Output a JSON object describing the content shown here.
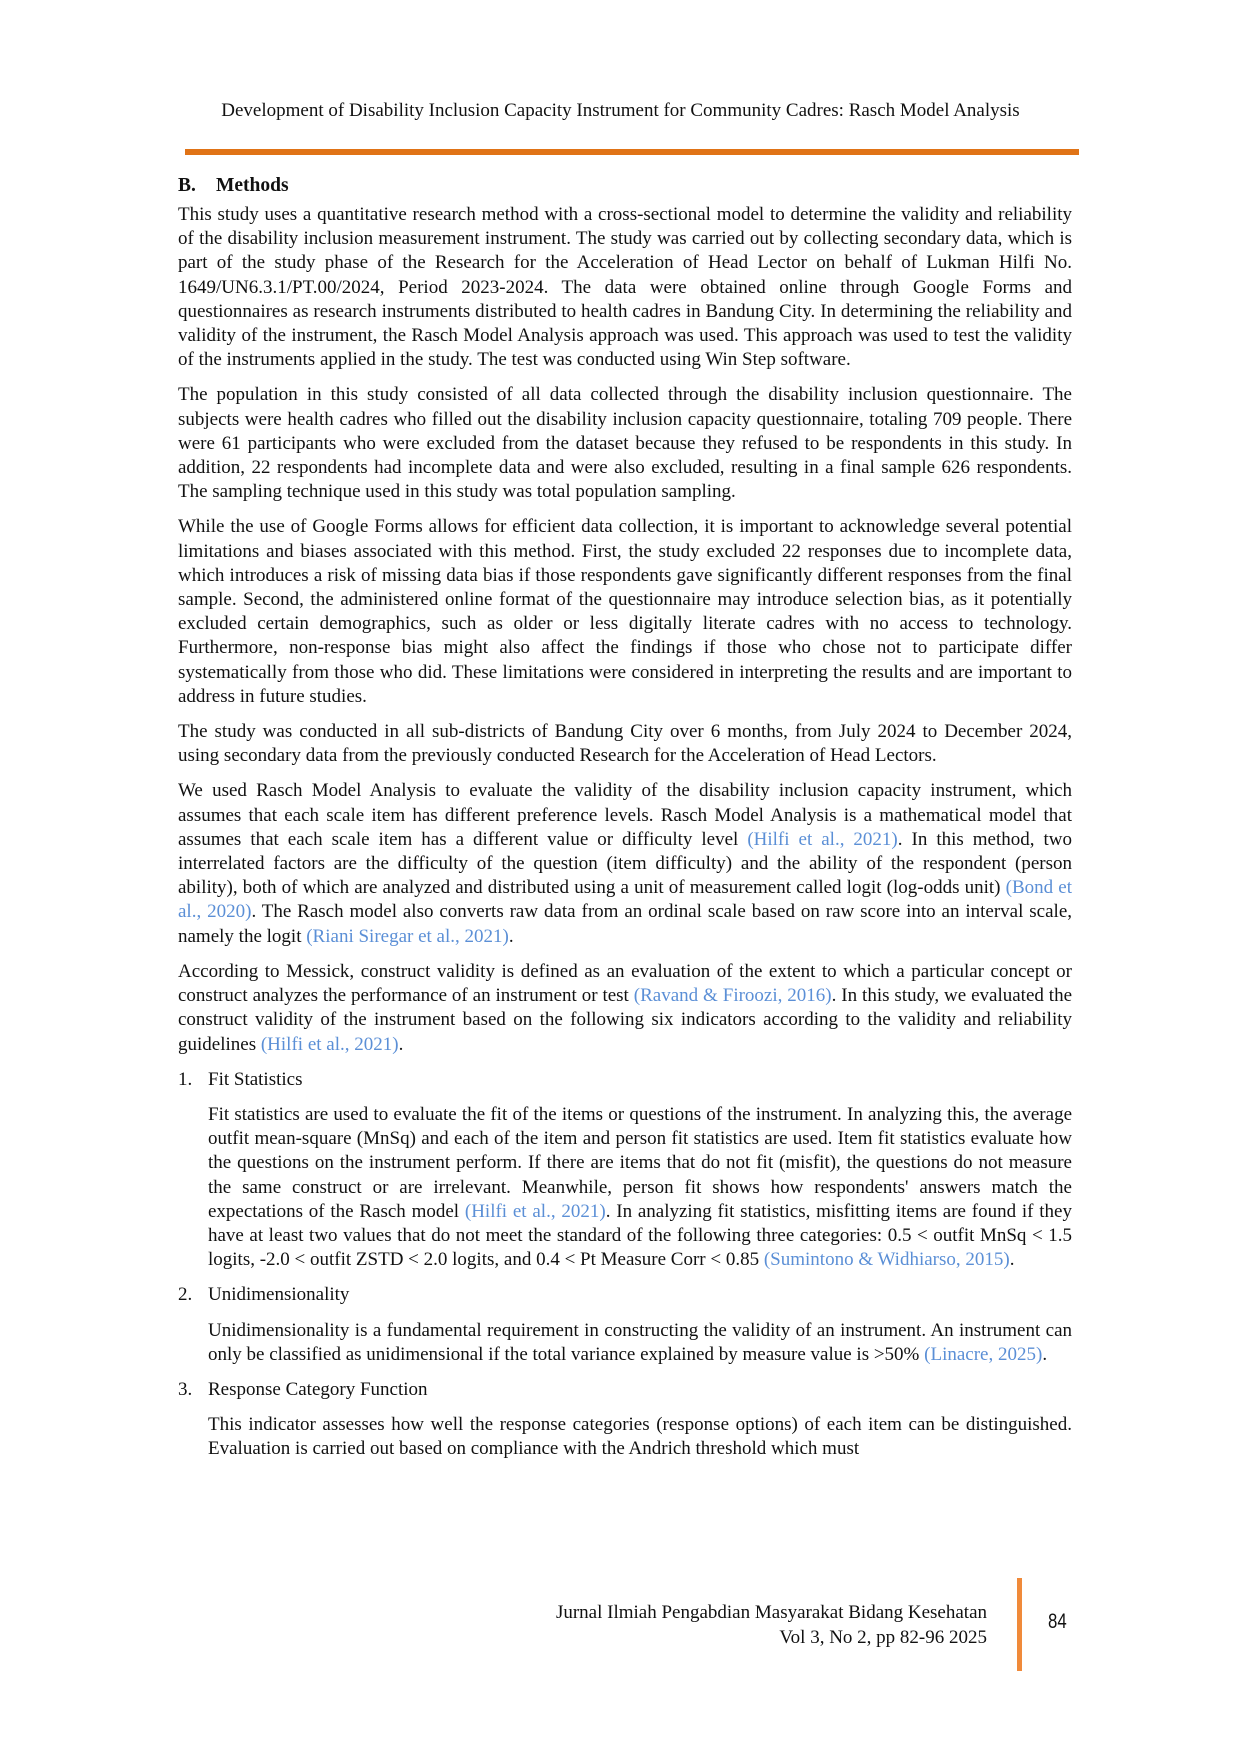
{
  "header": {
    "title": "Development of Disability Inclusion Capacity Instrument for Community Cadres: Rasch Model Analysis"
  },
  "section": {
    "number": "B.",
    "title": "Methods"
  },
  "body": {
    "p1": "This study uses a quantitative research method with a cross-sectional model to determine the validity and reliability of the disability inclusion measurement instrument. The study was carried out by collecting secondary data, which is part of the study phase of the Research for the Acceleration of Head Lector on behalf of Lukman Hilfi No. 1649/UN6.3.1/PT.00/2024, Period 2023-2024. The data were obtained online through Google Forms and questionnaires as research instruments distributed to health cadres in Bandung City. In determining the reliability and validity of the instrument, the Rasch Model Analysis approach was used. This approach was used to test the validity of the instruments applied in the study. The test was conducted using Win Step software.",
    "p2": "The population in this study consisted of all data collected through the disability inclusion questionnaire. The subjects were health cadres who filled out the disability inclusion capacity questionnaire, totaling 709 people. There were 61 participants who were excluded from the dataset because they refused to be respondents in this study.  In addition, 22 respondents had incomplete data and were also excluded, resulting in a final sample 626 respondents. The sampling technique used in this study was total population sampling.",
    "p3": "While the use of Google Forms allows for efficient data collection, it is important to acknowledge several potential limitations and biases associated with this method. First, the study excluded 22 responses due to incomplete data, which introduces a risk of missing data bias if those respondents gave significantly different responses from the final sample. Second, the administered online format of the questionnaire may introduce selection bias, as it potentially excluded certain demographics, such as older or less digitally literate cadres with no access to technology. Furthermore, non-response bias might also affect the findings if those who chose not to participate differ systematically from those who did. These limitations were considered in interpreting the results and are important to address in future studies.",
    "p4": "The study was conducted in all sub-districts of Bandung City over 6 months, from July 2024 to December 2024, using secondary data from the previously conducted Research for the Acceleration of Head Lectors.",
    "p5": [
      "We used Rasch Model Analysis to evaluate the validity of the disability inclusion capacity instrument, which assumes that each scale item has different preference levels. Rasch Model Analysis is a mathematical model that assumes that each scale item has a different value or difficulty level ",
      "(Hilfi et al., 2021)",
      ". In this method, two interrelated factors are the difficulty of the question (item difficulty) and the ability of the respondent (person ability), both of which are analyzed and distributed using a unit of measurement called logit (log-odds unit) ",
      "(Bond et al., 2020)",
      ". The Rasch model also converts raw data from an ordinal scale based on raw score into an interval scale, namely the logit ",
      "(Riani Siregar et al., 2021)",
      "."
    ],
    "p6": [
      "According to Messick, construct validity is defined as an evaluation of the extent to which a particular concept or construct analyzes the performance of an instrument or test ",
      "(Ravand & Firoozi, 2016)",
      ". In this study, we evaluated the construct validity of the instrument based on the following six indicators according to the validity and reliability guidelines ",
      "(Hilfi et al., 2021)",
      "."
    ]
  },
  "list": [
    {
      "num": "1.",
      "title": "Fit Statistics",
      "text": [
        "Fit statistics are used to evaluate the fit of the items or questions of the instrument. In analyzing this, the average outfit mean-square (MnSq) and each of the item and person fit statistics are used. Item fit statistics evaluate how the questions on the instrument perform. If there are items that do not fit (misfit), the questions do not measure the same construct or are irrelevant. Meanwhile, person fit shows how respondents' answers match the expectations of the Rasch model ",
        "(Hilfi et al., 2021)",
        ". In analyzing fit statistics, misfitting items are found if they have at least two values that do not meet the standard of the following three categories: 0.5 < outfit MnSq < 1.5 logits, -2.0 < outfit ZSTD < 2.0 logits, and 0.4 < Pt Measure Corr < 0.85 ",
        "(Sumintono & Widhiarso, 2015)",
        "."
      ]
    },
    {
      "num": "2.",
      "title": "Unidimensionality",
      "text": [
        "Unidimensionality is a fundamental requirement in constructing the validity of an instrument. An instrument can only be classified as unidimensional if the total variance explained by measure value is >50% ",
        "(Linacre, 2025)",
        "."
      ]
    },
    {
      "num": "3.",
      "title": "Response Category Function",
      "text": [
        "This indicator assesses how well the response categories (response options) of each item can be distinguished. Evaluation is carried out based on compliance with the Andrich threshold which must"
      ]
    }
  ],
  "footer": {
    "journal": "Jurnal Ilmiah Pengabdian Masyarakat Bidang Kesehatan",
    "volume": "Vol 3, No 2, pp 82-96 2025",
    "page": "84"
  },
  "colors": {
    "accent": "#e07316",
    "citation": "#5b8fd6"
  }
}
